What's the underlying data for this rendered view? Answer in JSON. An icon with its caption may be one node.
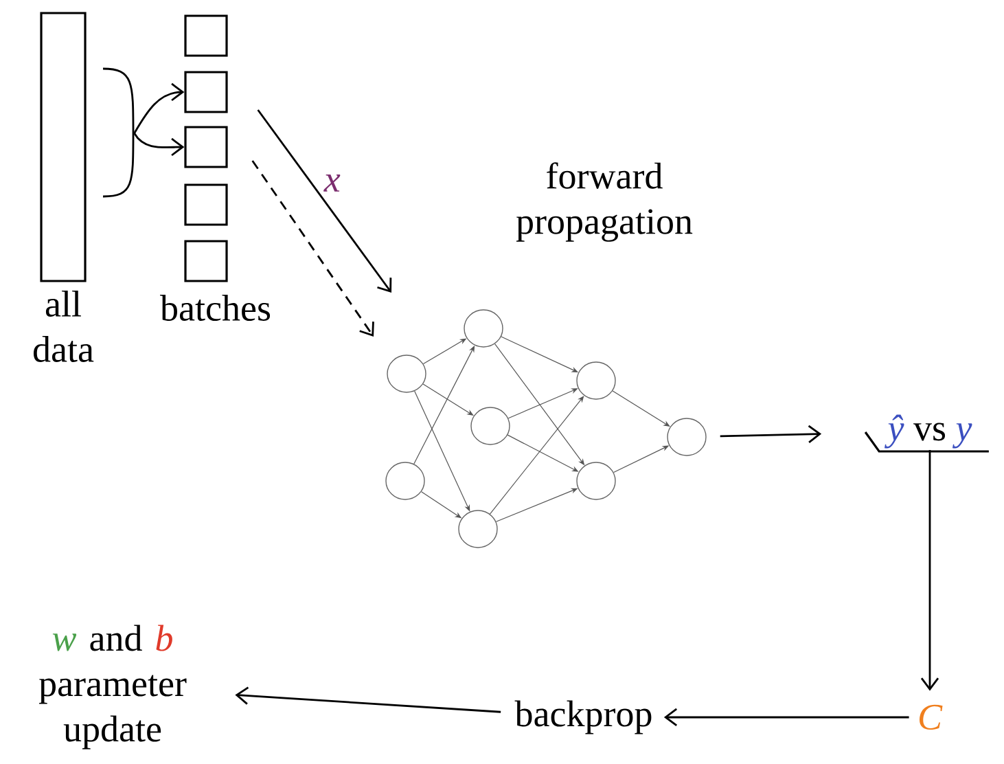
{
  "diagram": {
    "nodes": [
      {
        "text": [],
        "shape": "bar",
        "beside": [
          "all data"
        ]
      },
      {
        "text": [],
        "shape": "box"
      },
      {
        "text": [],
        "shape": "box"
      },
      {
        "text": [],
        "shape": "box"
      },
      {
        "text": [],
        "shape": "box"
      },
      {
        "text": [],
        "shape": "box"
      },
      {
        "text": [],
        "shape": "circle"
      },
      {
        "text": [],
        "shape": "circle"
      },
      {
        "text": [],
        "shape": "circle"
      },
      {
        "text": [],
        "shape": "circle"
      },
      {
        "text": [],
        "shape": "circle"
      },
      {
        "text": [],
        "shape": "circle"
      },
      {
        "text": [],
        "shape": "circle"
      },
      {
        "text": [],
        "shape": "circle"
      },
      {
        "text": [
          "ŷ",
          "vs",
          "y"
        ]
      },
      {
        "text": [
          "C"
        ]
      },
      {
        "text": [
          "backprop"
        ]
      },
      {
        "text": [
          "w",
          "and",
          "b",
          "parameter update"
        ]
      }
    ],
    "edges": [
      {
        "from": 0,
        "to": 2,
        "arrow": "to"
      },
      {
        "from": 0,
        "to": 3,
        "arrow": "to"
      },
      {
        "from": 2,
        "to": null,
        "arrow": "to",
        "label": "x"
      },
      {
        "from": 3,
        "to": null,
        "arrow": "to",
        "style": "dashed"
      },
      {
        "from": 6,
        "to": 8,
        "arrow": "to",
        "color": "#555555"
      },
      {
        "from": 6,
        "to": 9,
        "arrow": "to",
        "color": "#555555"
      },
      {
        "from": 6,
        "to": 10,
        "arrow": "to",
        "color": "#555555"
      },
      {
        "from": 7,
        "to": 8,
        "arrow": "to",
        "color": "#555555"
      },
      {
        "from": 7,
        "to": 10,
        "arrow": "to",
        "color": "#555555"
      },
      {
        "from": 8,
        "to": 11,
        "arrow": "to",
        "color": "#555555"
      },
      {
        "from": 8,
        "to": 12,
        "arrow": "to",
        "color": "#555555"
      },
      {
        "from": 9,
        "to": 11,
        "arrow": "to",
        "color": "#555555"
      },
      {
        "from": 9,
        "to": 12,
        "arrow": "to",
        "color": "#555555"
      },
      {
        "from": 10,
        "to": 11,
        "arrow": "to",
        "color": "#555555"
      },
      {
        "from": 10,
        "to": 12,
        "arrow": "to",
        "color": "#555555"
      },
      {
        "from": 11,
        "to": 13,
        "arrow": "to",
        "color": "#555555"
      },
      {
        "from": 12,
        "to": 13,
        "arrow": "to",
        "color": "#555555"
      },
      {
        "from": 13,
        "to": 14,
        "arrow": "to"
      },
      {
        "from": 14,
        "to": 15,
        "arrow": "to"
      },
      {
        "from": 15,
        "to": 16,
        "arrow": "to"
      },
      {
        "from": 16,
        "to": 17,
        "arrow": "to"
      }
    ],
    "labels": [
      "batches",
      "forward propagation"
    ]
  }
}
